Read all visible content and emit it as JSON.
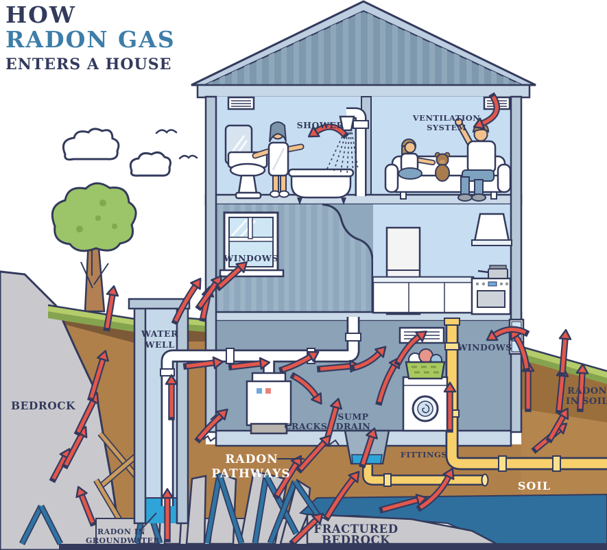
{
  "title": {
    "line1": "HOW",
    "line2": "RADON GAS",
    "line3": "ENTERS A HOUSE"
  },
  "labels": {
    "shower": "SHOWER",
    "ventilation_line1": "VENTILATION",
    "ventilation_line2": "SYSTEM",
    "windows_middle": "WINDOWS",
    "water_well_line1": "WATER",
    "water_well_line2": "WELL",
    "bedrock": "BEDROCK",
    "cracks": "CRACKS",
    "sump_drain_line1": "SUMP",
    "sump_drain_line2": "DRAIN",
    "radon_pathways_line1": "RADON",
    "radon_pathways_line2": "PATHWAYS",
    "fittings": "FITTINGS",
    "windows_basement": "WINDOWS",
    "soil": "SOIL",
    "radon_in_soil_line1": "RADON",
    "radon_in_soil_line2": "IN SOIL",
    "radon_groundwater_line1": "RADON IN",
    "radon_groundwater_line2": "GROUNDWATER",
    "fractured_line1": "FRACTURED",
    "fractured_line2": "BEDROCK"
  },
  "colors": {
    "outline_navy": "#333a5c",
    "title_blue": "#3d7da9",
    "arrow_red": "#e2574c",
    "roof_blue_gray": "#7e99ae",
    "interior_light_blue": "#c7ddf1",
    "basement_blue_gray": "#8ba2b7",
    "soil_brown": "#b0804b",
    "grass_green": "#a6c161",
    "bedrock_gray": "#c9c9cd",
    "groundwater_blue": "#2e6f9e",
    "well_water_blue": "#2ea4d8",
    "pipe_yellow": "#f8d06c"
  }
}
